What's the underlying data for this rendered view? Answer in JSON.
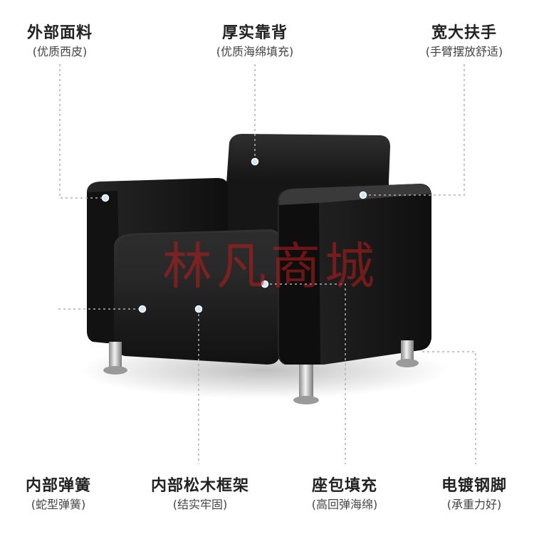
{
  "features": [
    {
      "title": "外部面料",
      "subtitle": "(优质西皮)"
    },
    {
      "title": "厚实靠背",
      "subtitle": "(优质海绵填充)"
    },
    {
      "title": "宽大扶手",
      "subtitle": "(手臂摆放舒适)"
    },
    {
      "title": "内部弹簧",
      "subtitle": "(蛇型弹簧)"
    },
    {
      "title": "内部松木框架",
      "subtitle": "(结实牢固)"
    },
    {
      "title": "座包填充",
      "subtitle": "(高回弹海绵)"
    },
    {
      "title": "电镀钢脚",
      "subtitle": "(承重力好)"
    }
  ],
  "watermark": "林凡商城",
  "colors": {
    "leather": "#1c1c1c",
    "leather_highlight": "#3a3a3a",
    "chrome": "#c8c8c8",
    "dot": "#cfe6ff",
    "leader": "#b0b0b0"
  }
}
